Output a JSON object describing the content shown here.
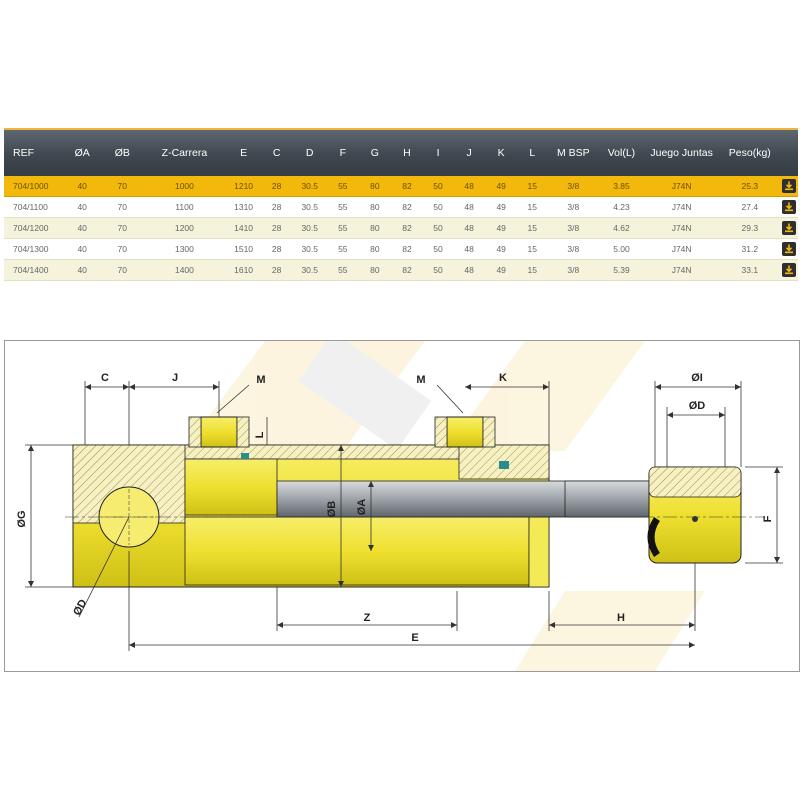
{
  "table": {
    "headers": [
      "REF",
      "ØA",
      "ØB",
      "Z-Carrera",
      "E",
      "C",
      "D",
      "F",
      "G",
      "H",
      "I",
      "J",
      "K",
      "L",
      "M BSP",
      "Vol(L)",
      "Juego Juntas",
      "Peso(kg)"
    ],
    "rows": [
      {
        "cells": [
          "704/1000",
          "40",
          "70",
          "1000",
          "1210",
          "28",
          "30.5",
          "55",
          "80",
          "82",
          "50",
          "48",
          "49",
          "15",
          "3/8",
          "3.85",
          "J74N",
          "25.3"
        ],
        "style": "hl"
      },
      {
        "cells": [
          "704/1100",
          "40",
          "70",
          "1100",
          "1310",
          "28",
          "30.5",
          "55",
          "80",
          "82",
          "50",
          "48",
          "49",
          "15",
          "3/8",
          "4.23",
          "J74N",
          "27.4"
        ],
        "style": "plain"
      },
      {
        "cells": [
          "704/1200",
          "40",
          "70",
          "1200",
          "1410",
          "28",
          "30.5",
          "55",
          "80",
          "82",
          "50",
          "48",
          "49",
          "15",
          "3/8",
          "4.62",
          "J74N",
          "29.3"
        ],
        "style": "alt"
      },
      {
        "cells": [
          "704/1300",
          "40",
          "70",
          "1300",
          "1510",
          "28",
          "30.5",
          "55",
          "80",
          "82",
          "50",
          "48",
          "49",
          "15",
          "3/8",
          "5.00",
          "J74N",
          "31.2"
        ],
        "style": "plain"
      },
      {
        "cells": [
          "704/1400",
          "40",
          "70",
          "1400",
          "1610",
          "28",
          "30.5",
          "55",
          "80",
          "82",
          "50",
          "48",
          "49",
          "15",
          "3/8",
          "5.39",
          "J74N",
          "33.1"
        ],
        "style": "alt"
      }
    ],
    "row_action_icon": "download-icon"
  },
  "drawing": {
    "labels": {
      "C": "C",
      "J": "J",
      "M_left": "M",
      "M_right": "M",
      "K": "K",
      "OI": "ØI",
      "OD_top": "ØD",
      "L": "L",
      "OG": "ØG",
      "OB": "ØB",
      "OA": "ØA",
      "F": "F",
      "OD_left": "ØD",
      "Z": "Z",
      "H": "H",
      "E": "E"
    }
  },
  "colors": {
    "header_bg": "#3f474f",
    "highlight_row": "#f2b80c",
    "alt_row": "#f5f3dc",
    "cylinder_yellow": "#f1e436",
    "rod_grey": "#9aa0a6"
  }
}
